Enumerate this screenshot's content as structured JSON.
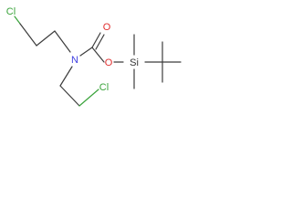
{
  "molecule": {
    "atoms": {
      "chlorine_top": "Cl",
      "chlorine_bottom": "Cl",
      "nitrogen": "N",
      "oxygen_carbonyl": "O",
      "oxygen_ester": "O",
      "silicon": "Si"
    },
    "colors": {
      "chlorine": "#39a33a",
      "nitrogen": "#4040e0",
      "oxygen": "#e03030",
      "bond": "#3c3c3c"
    }
  }
}
